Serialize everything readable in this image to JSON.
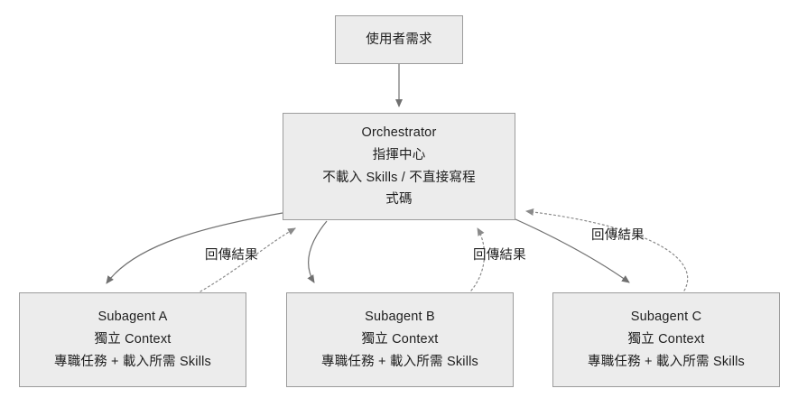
{
  "diagram": {
    "title": "Orchestrator multi-subagent architecture",
    "colors": {
      "node_fill": "#ececec",
      "node_border": "#9c9c9c",
      "edge_solid": "#707070",
      "edge_dotted": "#8a8a8a",
      "text": "#1d1d1d",
      "background": "#ffffff"
    },
    "nodes": [
      {
        "id": "user",
        "name": "user-requirement",
        "lines": [
          "使用者需求"
        ]
      },
      {
        "id": "orchestrator",
        "name": "orchestrator",
        "lines": [
          "Orchestrator",
          "指揮中心",
          "不載入 Skills / 不直接寫程",
          "式碼"
        ]
      },
      {
        "id": "sub_a",
        "name": "subagent-a",
        "lines": [
          "Subagent A",
          "獨立 Context",
          "專職任務 + 載入所需 Skills"
        ]
      },
      {
        "id": "sub_b",
        "name": "subagent-b",
        "lines": [
          "Subagent B",
          "獨立 Context",
          "專職任務 + 載入所需 Skills"
        ]
      },
      {
        "id": "sub_c",
        "name": "subagent-c",
        "lines": [
          "Subagent C",
          "獨立 Context",
          "專職任務 + 載入所需 Skills"
        ]
      }
    ],
    "edge_labels": {
      "return_a": "回傳結果",
      "return_b": "回傳結果",
      "return_c": "回傳結果"
    },
    "edges": [
      {
        "from": "user",
        "to": "orchestrator",
        "style": "solid",
        "label": ""
      },
      {
        "from": "orchestrator",
        "to": "sub_a",
        "style": "solid",
        "label": ""
      },
      {
        "from": "orchestrator",
        "to": "sub_b",
        "style": "solid",
        "label": ""
      },
      {
        "from": "orchestrator",
        "to": "sub_c",
        "style": "solid",
        "label": ""
      },
      {
        "from": "sub_a",
        "to": "orchestrator",
        "style": "dotted",
        "label": "回傳結果"
      },
      {
        "from": "sub_b",
        "to": "orchestrator",
        "style": "dotted",
        "label": "回傳結果"
      },
      {
        "from": "sub_c",
        "to": "orchestrator",
        "style": "dotted",
        "label": "回傳結果"
      }
    ]
  }
}
